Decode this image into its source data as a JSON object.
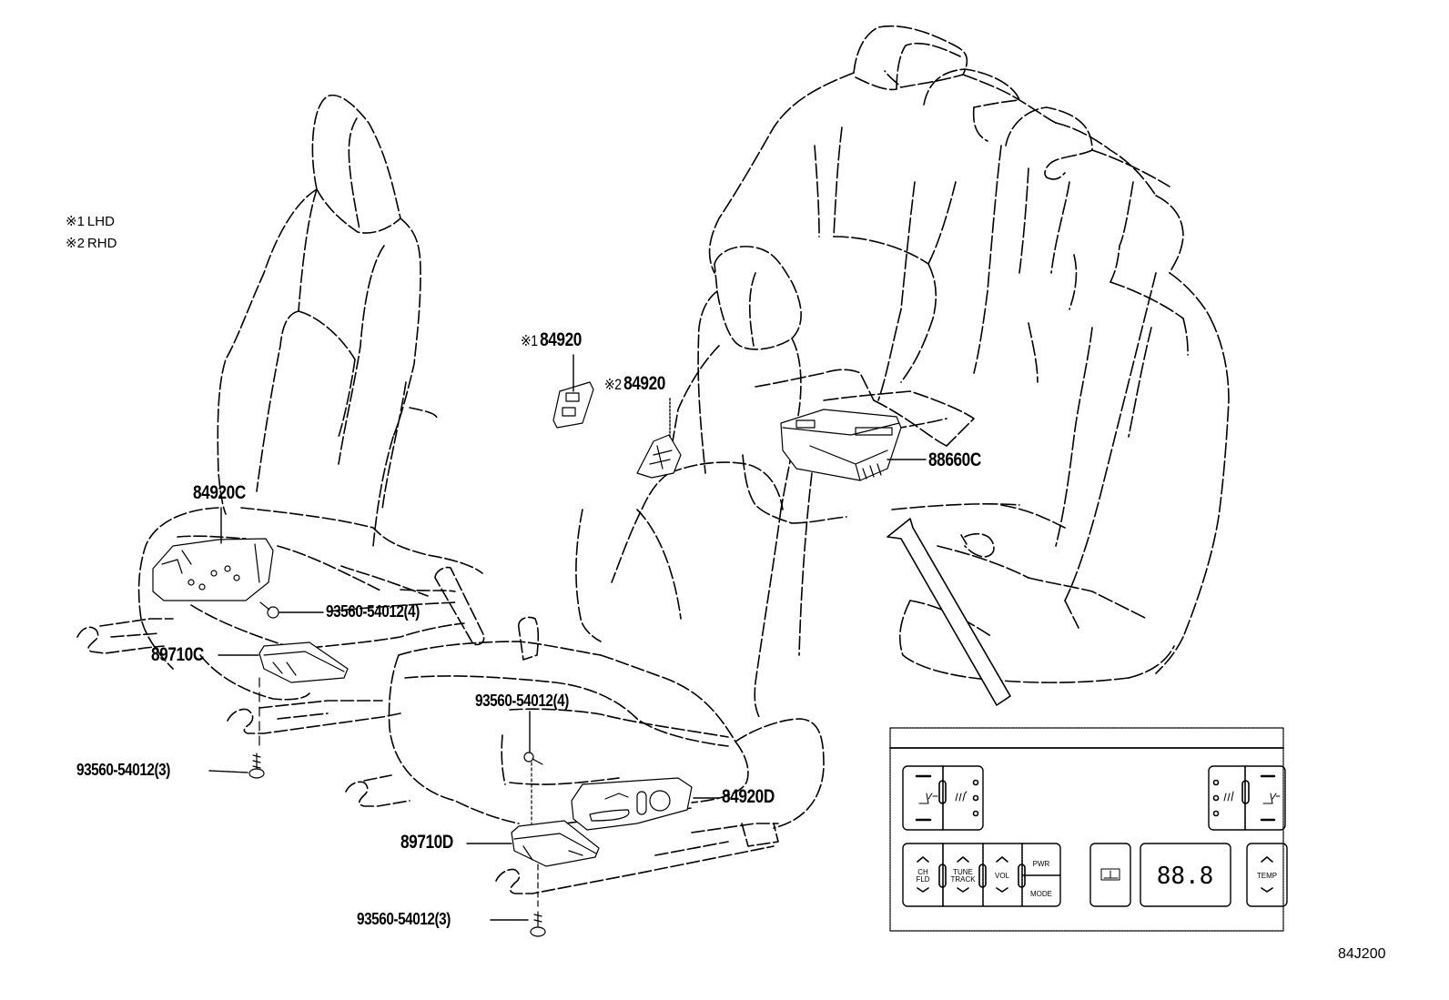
{
  "legend": [
    {
      "mark": "※1",
      "label": "LHD"
    },
    {
      "mark": "※2",
      "label": "RHD"
    }
  ],
  "callouts": {
    "switch_lhd": {
      "mark": "※1",
      "part": "84920"
    },
    "switch_rhd": {
      "mark": "※2",
      "part": "84920"
    },
    "seat_switch_c": {
      "part": "84920C"
    },
    "seat_switch_d": {
      "part": "84920D"
    },
    "ecu_c": {
      "part": "89710C"
    },
    "ecu_d": {
      "part": "89710D"
    },
    "rear_control": {
      "part": "88660C"
    },
    "screw_upper_left": {
      "part": "93560-54012(4)"
    },
    "screw_lower_left": {
      "part": "93560-54012(3)"
    },
    "screw_upper_right": {
      "part": "93560-54012(4)"
    },
    "screw_lower_right": {
      "part": "93560-54012(3)"
    }
  },
  "control_panel": {
    "left_seat_group": {
      "icons": [
        "seat-recline-icon",
        "seat-heater-icon"
      ],
      "indicator_count": 3
    },
    "right_seat_group": {
      "icons": [
        "seat-heater-icon",
        "seat-recline-icon"
      ],
      "indicator_count": 3
    },
    "audio_buttons": [
      {
        "label_line1": "CH",
        "label_line2": "FLD"
      },
      {
        "label_line1": "TUNE",
        "label_line2": "TRACK"
      },
      {
        "label_line1": "VOL",
        "label_line2": ""
      }
    ],
    "pwr_label": "PWR",
    "mode_label": "MODE",
    "display_value": "88.8",
    "temp_label": "TEMP",
    "shade_icon": "sunshade-icon"
  },
  "diagram_id": "84J200"
}
